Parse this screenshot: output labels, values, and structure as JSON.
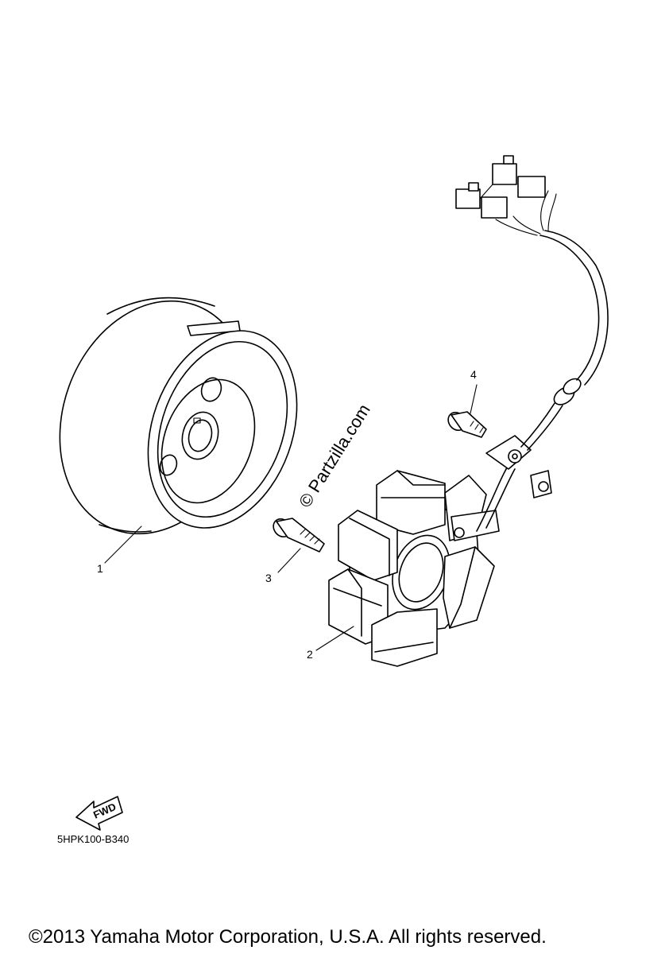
{
  "diagram": {
    "callouts": [
      {
        "label": "1",
        "part": "rotor-flywheel"
      },
      {
        "label": "2",
        "part": "stator-assembly"
      },
      {
        "label": "3",
        "part": "bolt"
      },
      {
        "label": "4",
        "part": "bolt"
      }
    ],
    "fwd_label": "FWD",
    "diagram_code": "5HPK100-B340",
    "watermark": "© Partzilla.com",
    "copyright": "©2013 Yamaha Motor Corporation, U.S.A. All rights reserved."
  }
}
